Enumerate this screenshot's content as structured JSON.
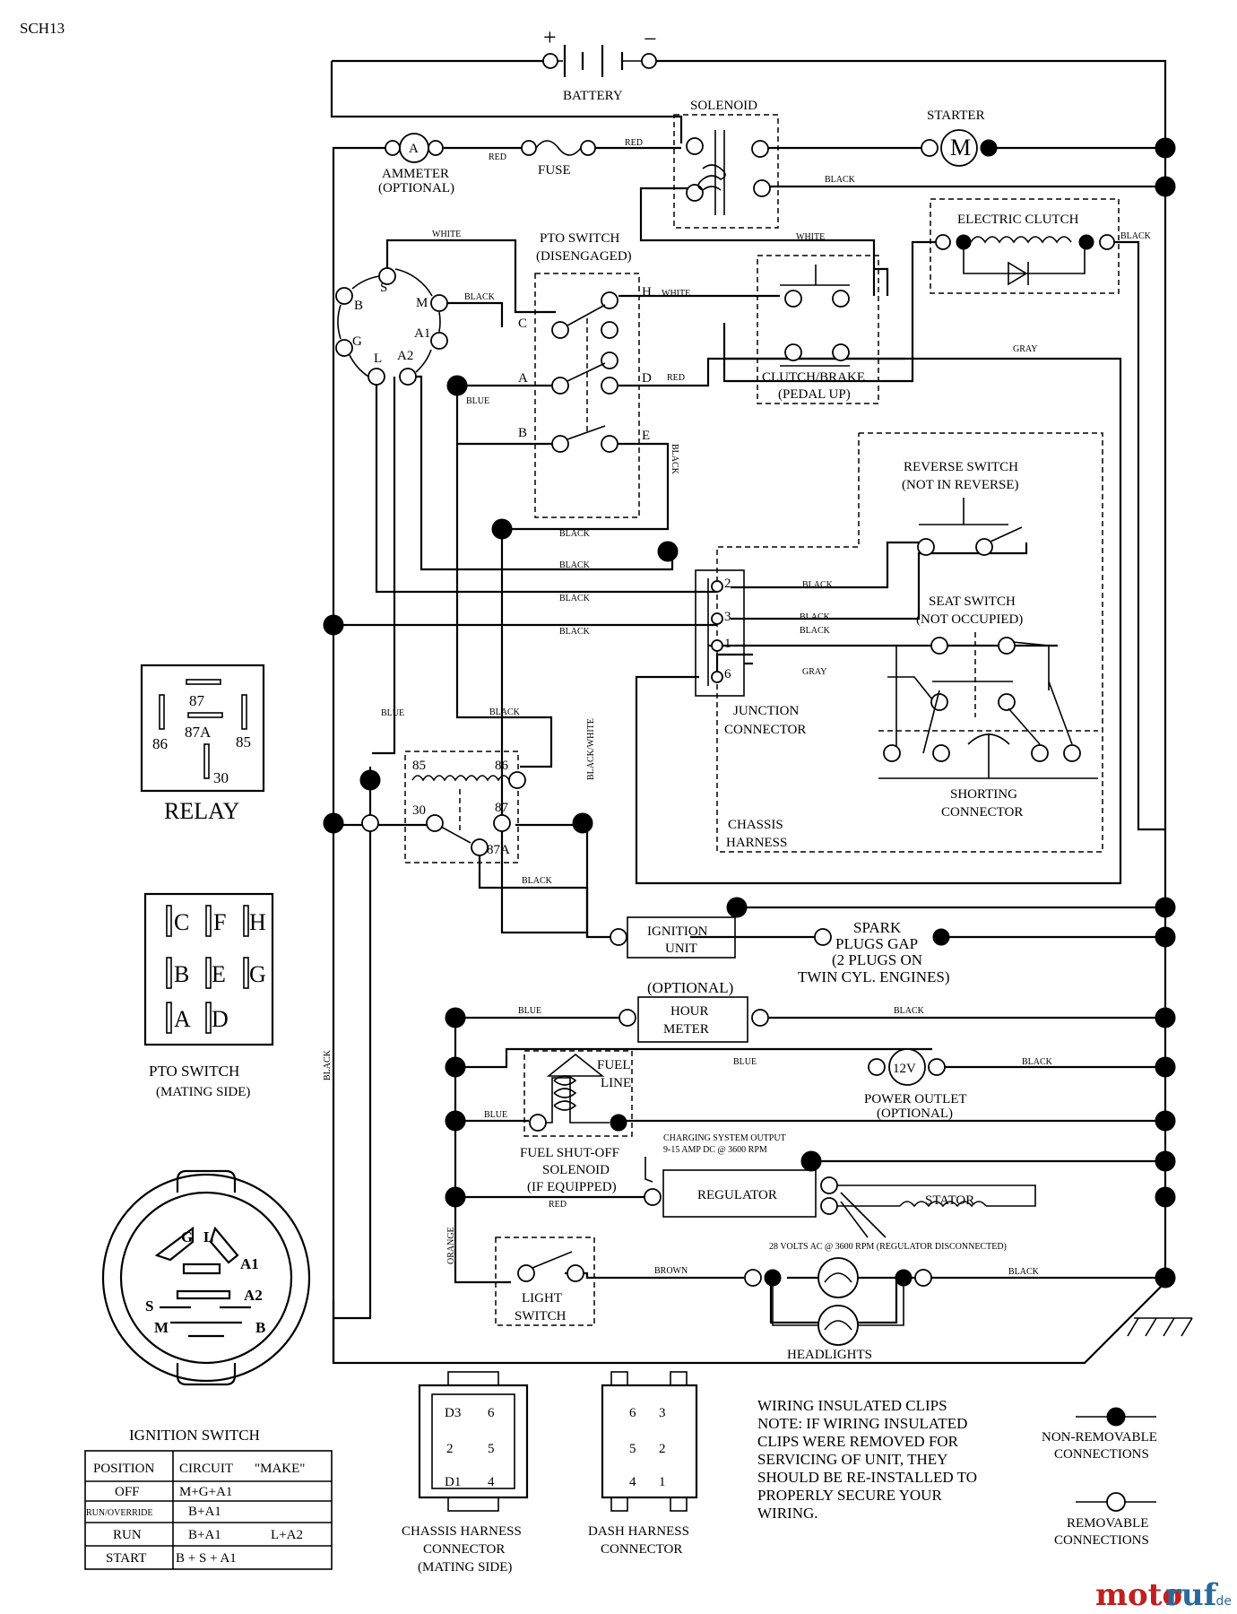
{
  "sheet_code": "SCH13",
  "components": {
    "battery": "BATTERY",
    "battery_plus": "+",
    "battery_minus": "−",
    "solenoid": "SOLENOID",
    "starter": "STARTER",
    "starter_symbol": "M",
    "ammeter": "AMMETER",
    "ammeter_sub": "(OPTIONAL)",
    "ammeter_symbol": "A",
    "fuse": "FUSE",
    "electric_clutch": "ELECTRIC CLUTCH",
    "pto_switch_title": "PTO SWITCH",
    "pto_switch_sub": "(DISENGAGED)",
    "clutch_brake": "CLUTCH/BRAKE",
    "clutch_brake_sub": "(PEDAL UP)",
    "reverse_switch": "REVERSE SWITCH",
    "reverse_switch_sub": "(NOT IN REVERSE)",
    "seat_switch": "SEAT SWITCH",
    "seat_switch_sub": "(NOT OCCUPIED)",
    "junction_connector_1": "JUNCTION",
    "junction_connector_2": "CONNECTOR",
    "shorting_connector_1": "SHORTING",
    "shorting_connector_2": "CONNECTOR",
    "chassis_harness_1": "CHASSIS",
    "chassis_harness_2": "HARNESS",
    "ignition_unit_1": "IGNITION",
    "ignition_unit_2": "UNIT",
    "spark_plugs_1": "SPARK",
    "spark_plugs_2": "PLUGS GAP",
    "spark_plugs_3": "(2 PLUGS ON",
    "spark_plugs_4": "TWIN CYL. ENGINES)",
    "hour_meter_optional": "(OPTIONAL)",
    "hour_meter_1": "HOUR",
    "hour_meter_2": "METER",
    "power_outlet_symbol": "12V",
    "power_outlet_1": "POWER OUTLET",
    "power_outlet_2": "(OPTIONAL)",
    "fuel_line_1": "FUEL",
    "fuel_line_2": "LINE",
    "fuel_solenoid_1": "FUEL SHUT-OFF",
    "fuel_solenoid_2": "SOLENOID",
    "fuel_solenoid_3": "(IF EQUIPPED)",
    "charging_output_1": "CHARGING SYSTEM OUTPUT",
    "charging_output_2": "9-15 AMP DC @ 3600 RPM",
    "regulator": "REGULATOR",
    "stator": "STATOR",
    "stator_note": "28 VOLTS AC @ 3600 RPM (REGULATOR DISCONNECTED)",
    "light_switch_1": "LIGHT",
    "light_switch_2": "SWITCH",
    "headlights": "HEADLIGHTS"
  },
  "pto_terminals": [
    "C",
    "H",
    "A",
    "D",
    "B",
    "E"
  ],
  "junction_pins": [
    "2",
    "3",
    "1",
    "6"
  ],
  "ignition_terminals": [
    "S",
    "B",
    "M",
    "A1",
    "G",
    "L",
    "A2"
  ],
  "relay_terminals_diagram": [
    "85",
    "86",
    "30",
    "87",
    "87A"
  ],
  "wire_colors": {
    "red": "RED",
    "black": "BLACK",
    "white": "WHITE",
    "blue": "BLUE",
    "gray": "GRAY",
    "brown": "BROWN",
    "orange": "ORANGE",
    "black_white": "BLACK/WHITE"
  },
  "relay_legend": {
    "title": "RELAY",
    "pins": [
      "87",
      "86",
      "87A",
      "85",
      "30"
    ]
  },
  "pto_legend": {
    "title": "PTO SWITCH",
    "sub": "(MATING SIDE)",
    "pins": [
      "C",
      "F",
      "H",
      "B",
      "E",
      "G",
      "A",
      "D"
    ]
  },
  "ignition_switch": {
    "title": "IGNITION SWITCH",
    "face_labels": [
      "G",
      "L",
      "A1",
      "A2",
      "S",
      "M",
      "B"
    ],
    "table_headers": [
      "POSITION",
      "CIRCUIT",
      "\"MAKE\""
    ],
    "rows": [
      {
        "position": "OFF",
        "circuit": "M+G+A1",
        "extra": ""
      },
      {
        "position": "RUN/OVERRIDE",
        "circuit": "B+A1",
        "extra": ""
      },
      {
        "position": "RUN",
        "circuit": "B+A1",
        "extra": "L+A2"
      },
      {
        "position": "START",
        "circuit": "B + S + A1",
        "extra": ""
      }
    ]
  },
  "chassis_connector": {
    "pins": [
      "D3",
      "6",
      "2",
      "5",
      "D1",
      "4"
    ],
    "label_1": "CHASSIS HARNESS",
    "label_2": "CONNECTOR",
    "label_3": "(MATING SIDE)"
  },
  "dash_connector": {
    "pins": [
      "6",
      "3",
      "5",
      "2",
      "4",
      "1"
    ],
    "label_1": "DASH HARNESS",
    "label_2": "CONNECTOR"
  },
  "note": {
    "title": "WIRING INSULATED CLIPS",
    "lines": [
      "NOTE:  IF WIRING INSULATED",
      "CLIPS WERE REMOVED FOR",
      "SERVICING OF UNIT, THEY",
      "SHOULD BE RE-INSTALLED TO",
      "PROPERLY SECURE YOUR",
      "WIRING."
    ]
  },
  "legend": {
    "non_removable_1": "NON-REMOVABLE",
    "non_removable_2": "CONNECTIONS",
    "removable_1": "REMOVABLE",
    "removable_2": "CONNECTIONS"
  },
  "watermark": {
    "part_a": "moto",
    "part_b": "ruf",
    "part_c": ".de"
  }
}
